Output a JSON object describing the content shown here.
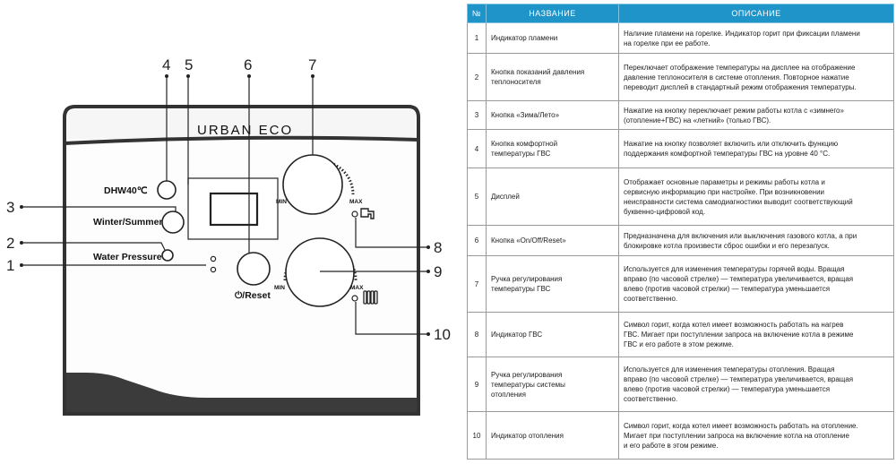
{
  "panel": {
    "brand": "URBAN ECO",
    "buttons": {
      "dhw": "DHW40℃",
      "winter_summer": "Winter/Summer",
      "water_pressure": "Water Pressure",
      "reset": "⏻/Reset"
    },
    "knob_min": "MIN",
    "knob_max": "MAX",
    "icons": [
      "flame-indicator-icon",
      "dhw-tap-icon",
      "radiator-icon",
      "power-icon"
    ]
  },
  "callouts": [
    "1",
    "2",
    "3",
    "4",
    "5",
    "6",
    "7",
    "8",
    "9",
    "10"
  ],
  "table": {
    "headers": [
      "№",
      "НАЗВАНИЕ",
      "ОПИСАНИЕ"
    ],
    "rows": [
      {
        "num": "1",
        "name": [
          "Индикатор пламени"
        ],
        "desc": [
          "Наличие пламени на горелке. Индикатор горит при фиксации пламени",
          "на горелке при ее работе."
        ]
      },
      {
        "num": "2",
        "name": [
          "Кнопка показаний давления",
          "теплоносителя"
        ],
        "desc": [
          "Переключает отображение температуры на дисплее на отображение",
          "давление теплоносителя в системе отопления. Повторное нажатие",
          "переводит дисплей в стандартный режим отображения температуры."
        ]
      },
      {
        "num": "3",
        "name": [
          "Кнопка «Зима/Лето»"
        ],
        "desc": [
          "Нажатие на кнопку переключает режим работы котла с «зимнего»",
          "(отопление+ГВС) на «летний» (только ГВС)."
        ]
      },
      {
        "num": "4",
        "name": [
          "Кнопка комфортной",
          "температуры ГВС"
        ],
        "desc": [
          "Нажатие на кнопку позволяет включить или отключить функцию",
          "поддержания комфортной температуры ГВС на уровне 40 °C."
        ]
      },
      {
        "num": "5",
        "name": [
          "Дисплей"
        ],
        "desc": [
          "Отображает основные параметры и режимы работы котла и",
          "сервисную информацию при настройке. При возникновении",
          "неисправности система самодиагностики выводит соответствующий",
          "буквенно-цифровой код."
        ]
      },
      {
        "num": "6",
        "name": [
          "Кнопка «On/Off/Reset»"
        ],
        "desc": [
          "Предназначена для включения или выключения газового котла, а при",
          "блокировке котла произвести сброс ошибки и его перезапуск."
        ]
      },
      {
        "num": "7",
        "name": [
          "Ручка регулирования",
          "температуры ГВС"
        ],
        "desc": [
          "Используется для изменения температуры горячей воды. Вращая",
          "вправо (по часовой стрелке) — температура увеличивается, вращая",
          "влево (против часовой стрелки) — температура уменьшается",
          "соответственно."
        ]
      },
      {
        "num": "8",
        "name": [
          "Индикатор ГВС"
        ],
        "desc": [
          "Символ горит, когда котел имеет возможность работать на нагрев",
          "ГВС. Мигает при поступлении запроса на включение котла в режиме",
          "ГВС и его работе в этом режиме."
        ]
      },
      {
        "num": "9",
        "name": [
          "Ручка регулирования",
          "температуры системы",
          "отопления"
        ],
        "desc": [
          "Используется для изменения температуры отопления. Вращая",
          "вправо (по часовой стрелке) — температура увеличивается, вращая",
          "влево (против часовой стрелки) — температура уменьшается",
          "соответственно."
        ]
      },
      {
        "num": "10",
        "name": [
          "Индикатор отопления"
        ],
        "desc": [
          "Символ горит, когда котел имеет возможность работать на отопление.",
          "Мигает при поступлении запроса на включение котла на отопление",
          "и его работе в этом режиме."
        ]
      }
    ]
  },
  "colors": {
    "header_bg": "#1f94c8",
    "header_text": "#ffffff",
    "panel_stripe": "#3b3b3b",
    "grid_border": "#9a9a9a"
  }
}
